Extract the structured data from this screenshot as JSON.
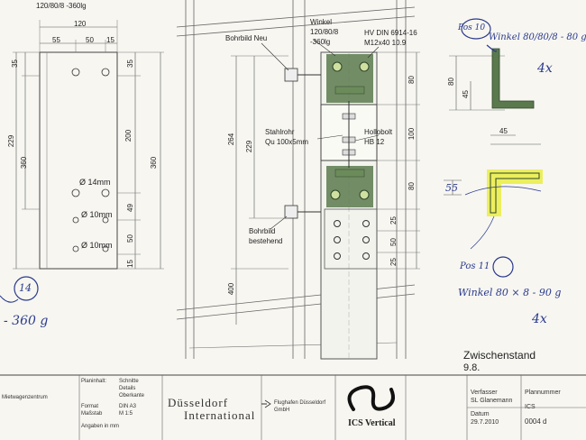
{
  "left_view": {
    "header": "120/80/8 -360lg",
    "dim_top": "120",
    "dim_sub": [
      "55",
      "50",
      "15"
    ],
    "dim_left_small": "35",
    "dim_left_229": "229",
    "dim_left_360": "360",
    "dim_right": [
      "35",
      "200",
      "49",
      "50",
      "15"
    ],
    "dim_right_outer": "360",
    "holes": [
      "Ø 14mm",
      "Ø 10mm",
      "Ø 10mm"
    ]
  },
  "center_view": {
    "bohrbild_neu": "Bohrbild Neu",
    "winkel_label": [
      "Winkel",
      "120/80/8",
      "-360lg"
    ],
    "hv_label": [
      "HV DIN 6914-16",
      "M12x40  10.9"
    ],
    "stahlrohr": [
      "Stahlrohr",
      "Qu 100x5mm"
    ],
    "hollobolt": [
      "Hollobolt",
      "HB 12"
    ],
    "bohrbild_bestehend": [
      "Bohrbild",
      "bestehend"
    ],
    "dim_264": "264",
    "dim_229": "229",
    "dim_400": "400",
    "dim_right": [
      "80",
      "100",
      "80",
      "25",
      "50",
      "25"
    ]
  },
  "right_view": {
    "pos10": "Pos 10",
    "winkel_pos10": "Winkel 80/80/8 - 80 g",
    "qty_pos10": "4x",
    "dims": [
      "45",
      "80",
      "45",
      "55"
    ],
    "pos11": "Pos 11",
    "winkel_pos11": "Winkel 80 × 8 - 90 g",
    "qty_pos11": "4x"
  },
  "left_notes": {
    "pos14": "14",
    "weight": "- 360 g"
  },
  "status": {
    "title": "Zwischenstand",
    "value": "9.8."
  },
  "title_block": {
    "project": "Mietwagenzentrum",
    "planinhalt_label": "Planinhalt:",
    "planinhalt": [
      "Schnitte",
      "Details",
      "Oberkante"
    ],
    "format_label": "Format",
    "format": "DIN A3",
    "massstab_label": "Maßstab",
    "massstab": "M 1:5",
    "angaben": "Angaben in mm",
    "client_logo": [
      "Düsseldorf",
      "International"
    ],
    "client_name": [
      "Flughafen Düsseldorf",
      "GmbH"
    ],
    "company": "ICS Vertical",
    "verfasser_label": "Verfasser",
    "verfasser": "SL Glanemann",
    "datum_label": "Datum",
    "datum": "29.7.2010",
    "plannummer_label": "Plannummer",
    "plannummer_prefix": "ICS",
    "plannummer": "0004 d"
  },
  "colors": {
    "steel_green": "#5a7a4e",
    "highlight_yellow": "#e8ee3a",
    "ink_blue": "#2a3a8c"
  }
}
